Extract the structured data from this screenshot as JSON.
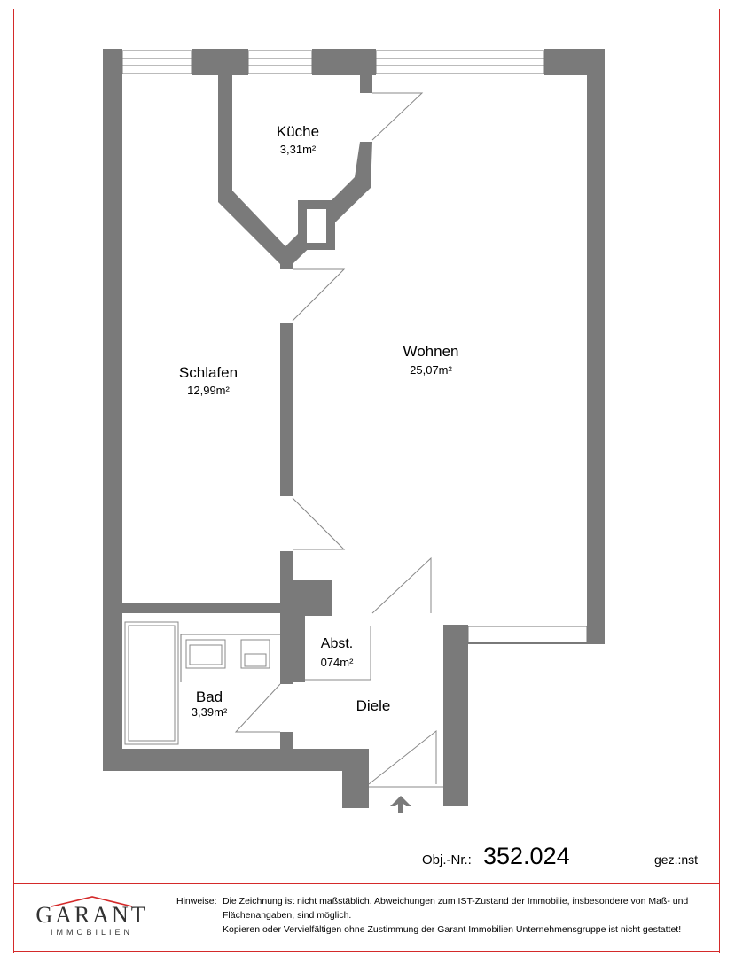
{
  "rooms": {
    "kueche": {
      "name": "Küche",
      "area": "3,31m²"
    },
    "wohnen": {
      "name": "Wohnen",
      "area": "25,07m²"
    },
    "schlafen": {
      "name": "Schlafen",
      "area": "12,99m²"
    },
    "abst": {
      "name": "Abst.",
      "area": "074m²"
    },
    "bad": {
      "name": "Bad",
      "area": "3,39m²"
    },
    "diele": {
      "name": "Diele"
    }
  },
  "footer": {
    "objnr_label": "Obj.-Nr.:",
    "objnr_value": "352.024",
    "drawn_by": "gez.:nst",
    "logo_brand": "GARANT",
    "logo_sub": "IMMOBILIEN",
    "notes_label": "Hinweise:",
    "notes": [
      "Die Zeichnung ist nicht maßstäblich. Abweichungen zum IST-Zustand der Immobilie, insbesondere von Maß- und",
      "Flächenangaben, sind möglich.",
      "Kopieren oder Vervielfältigen ohne Zustimmung der Garant Immobilien Unternehmensgruppe ist nicht gestattet!"
    ]
  },
  "colors": {
    "wall": "#7a7a7a",
    "frame": "#d42a2a",
    "line": "#888888"
  }
}
